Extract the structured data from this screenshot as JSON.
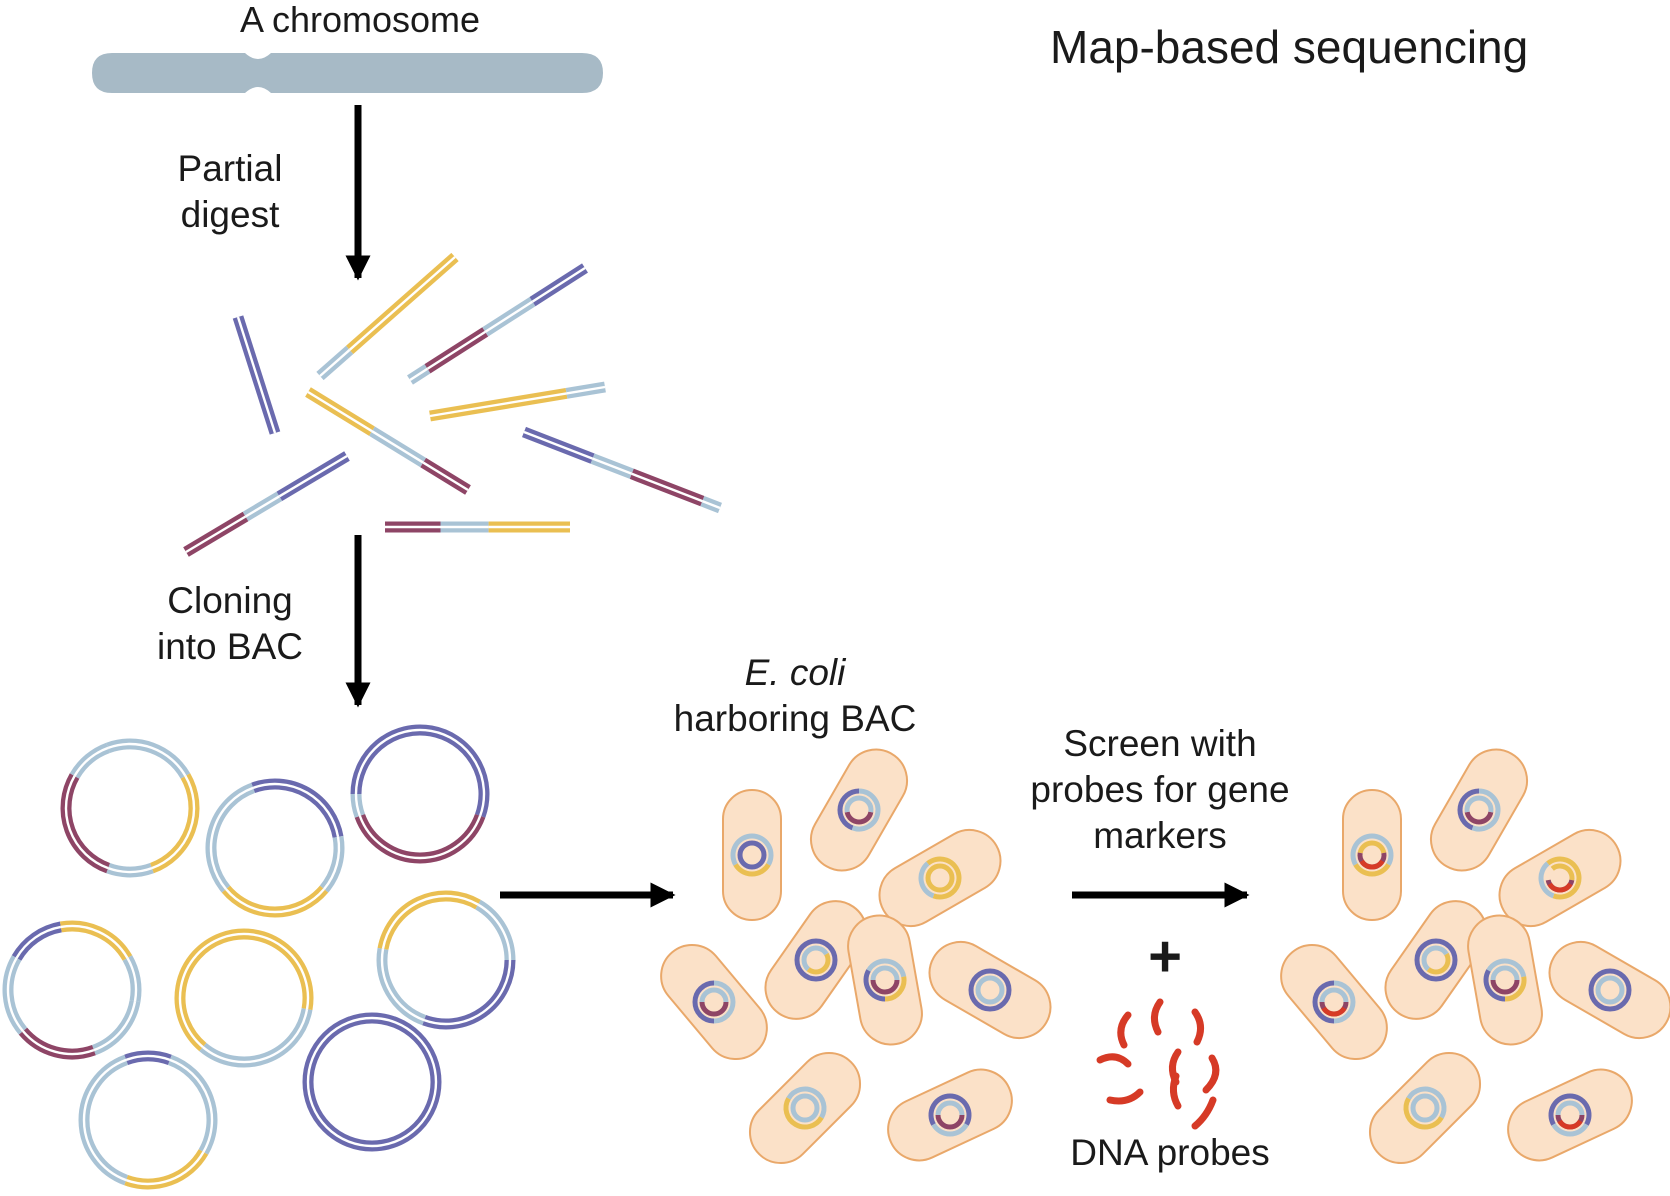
{
  "title": "Map-based sequencing",
  "labels": {
    "chromosome": "A chromosome",
    "partial_digest_1": "Partial",
    "partial_digest_2": "digest",
    "cloning_1": "Cloning",
    "cloning_2": "into BAC",
    "ecoli_1": "E. coli",
    "ecoli_2": "harboring BAC",
    "screen_1": "Screen with",
    "screen_2": "probes for gene",
    "screen_3": "markers",
    "plus": "+",
    "dna_probes": "DNA probes"
  },
  "colors": {
    "chromosome": "#a7bac6",
    "yellow": "#eabf52",
    "blue_gray": "#a9c3d5",
    "purple": "#6a6aae",
    "maroon": "#8e4566",
    "cell_fill": "#fbe1c8",
    "cell_stroke": "#e9a86a",
    "probe_red": "#d63a26",
    "arrow": "#000000"
  }
}
